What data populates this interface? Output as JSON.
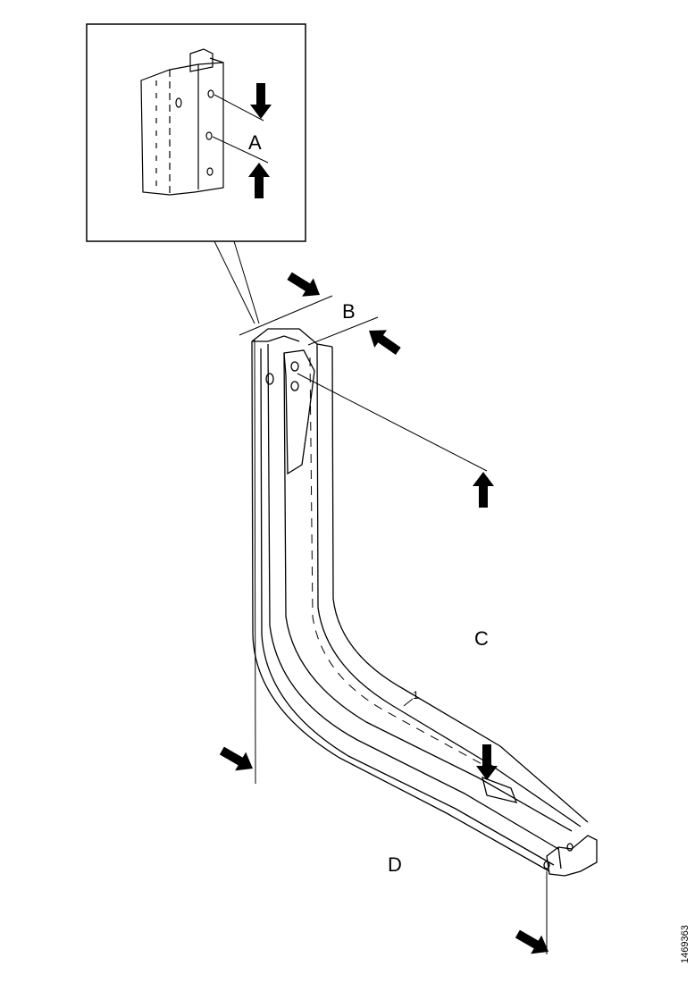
{
  "labels": {
    "a": "A",
    "b": "B",
    "c": "C",
    "d": "D",
    "part": "1"
  },
  "reference": "1469363",
  "colors": {
    "line": "#000000",
    "background": "#ffffff"
  }
}
